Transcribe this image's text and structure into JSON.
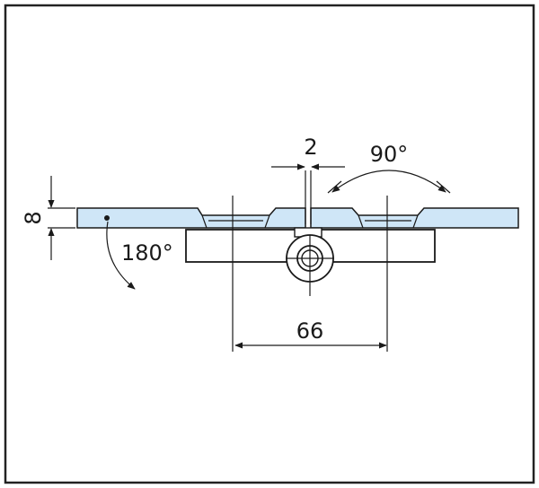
{
  "dimensions": {
    "thickness": "8",
    "gap": "2",
    "width": "66",
    "open_angle": "90°",
    "swing_angle": "180°"
  },
  "colors": {
    "glass": "#cfe6f7",
    "line": "#1a1a1a",
    "frame": "#222222",
    "background": "#ffffff"
  }
}
